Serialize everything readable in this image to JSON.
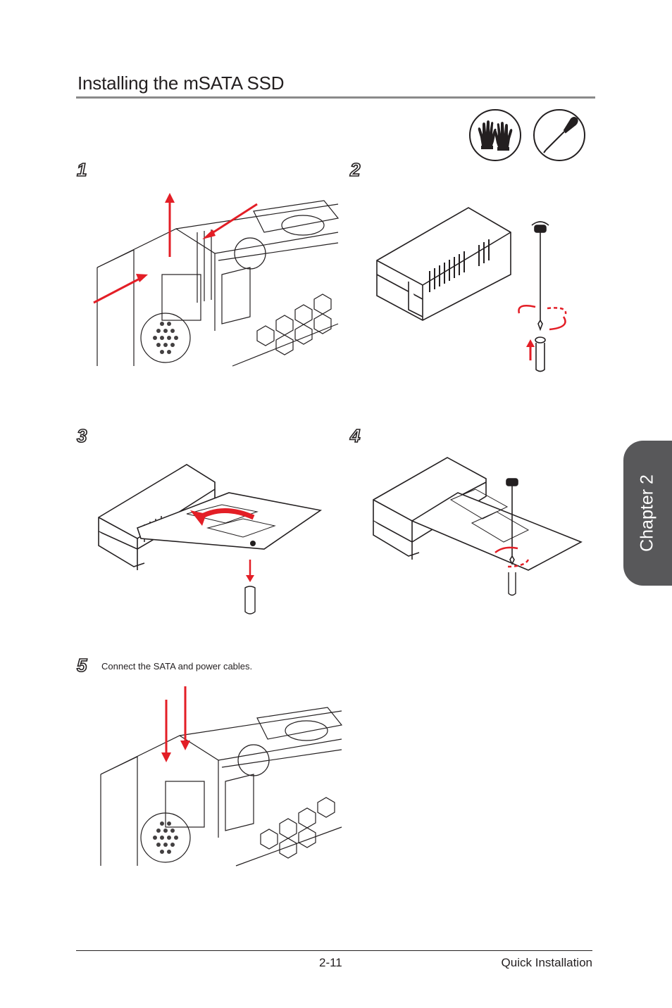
{
  "page": {
    "title": "Installing the mSATA SSD",
    "steps": [
      {
        "number": "1",
        "text": ""
      },
      {
        "number": "2",
        "text": ""
      },
      {
        "number": "3",
        "text": ""
      },
      {
        "number": "4",
        "text": ""
      },
      {
        "number": "5",
        "text": "Connect the SATA and power cables."
      }
    ],
    "tools": [
      "gloves-icon",
      "screwdriver-icon"
    ],
    "chapter_tab": "Chapter 2",
    "footer": {
      "page_number": "2-11",
      "section": "Quick Installation"
    },
    "colors": {
      "accent_red": "#e31e26",
      "tab_gray": "#58585a",
      "rule_gray": "#8a8a8a"
    }
  }
}
